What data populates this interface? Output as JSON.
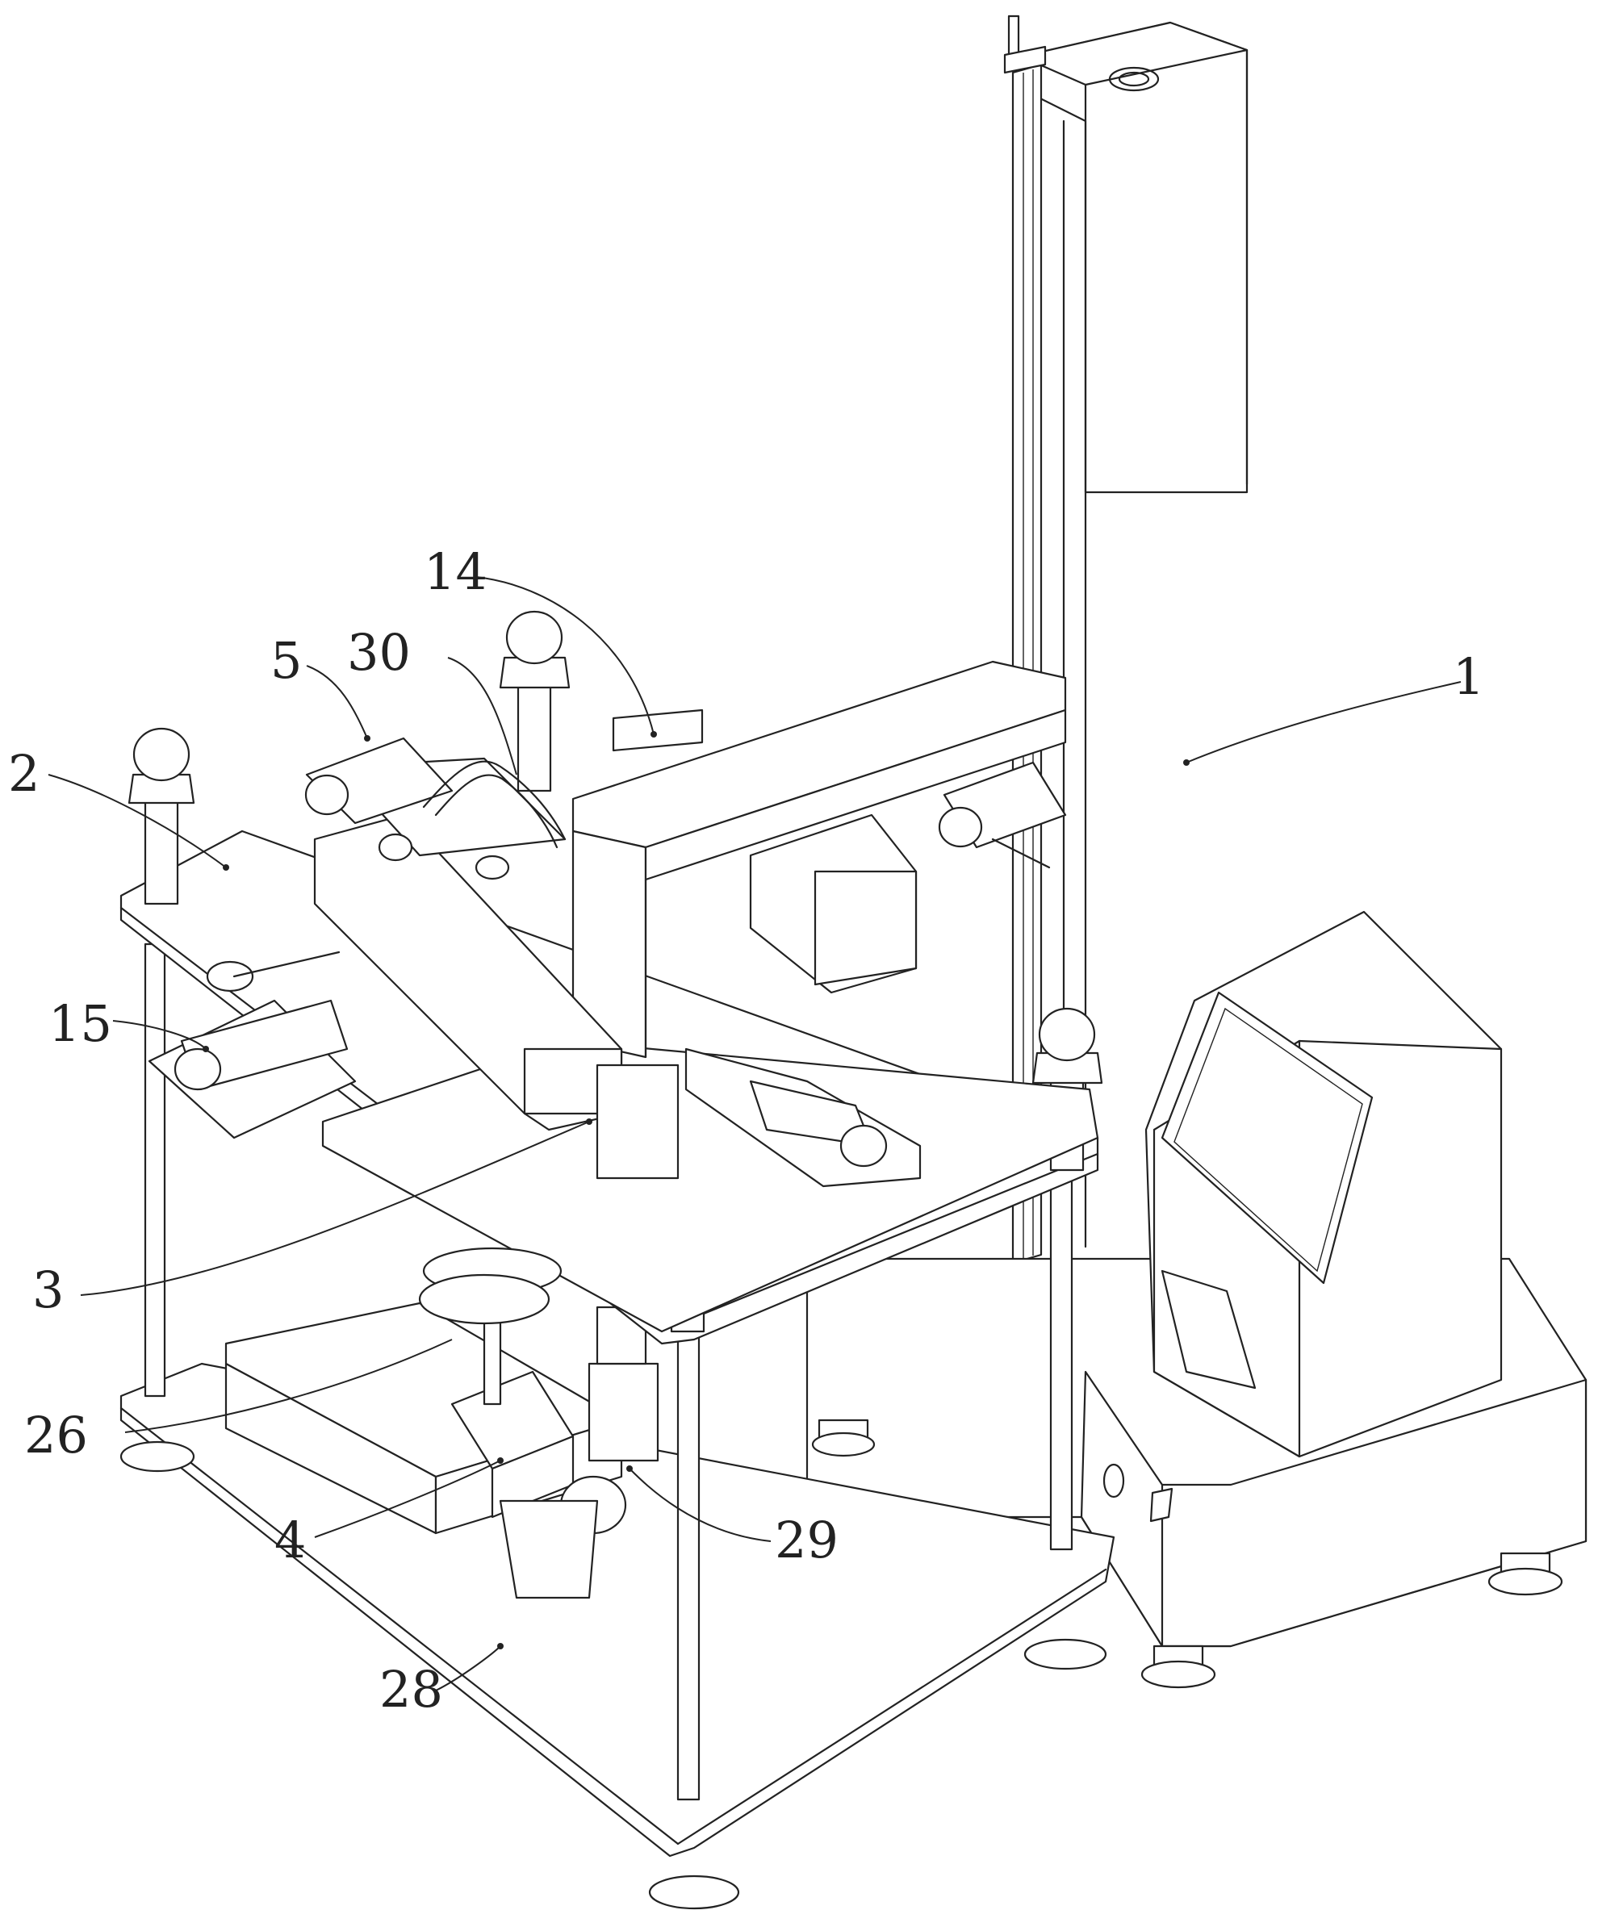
{
  "callouts": [
    {
      "id": "1",
      "text": "1"
    },
    {
      "id": "2",
      "text": "2"
    },
    {
      "id": "3",
      "text": "3"
    },
    {
      "id": "4",
      "text": "4"
    },
    {
      "id": "5",
      "text": "5"
    },
    {
      "id": "14",
      "text": "14"
    },
    {
      "id": "15",
      "text": "15"
    },
    {
      "id": "26",
      "text": "26"
    },
    {
      "id": "28",
      "text": "28"
    },
    {
      "id": "29",
      "text": "29"
    },
    {
      "id": "30",
      "text": "30"
    }
  ]
}
